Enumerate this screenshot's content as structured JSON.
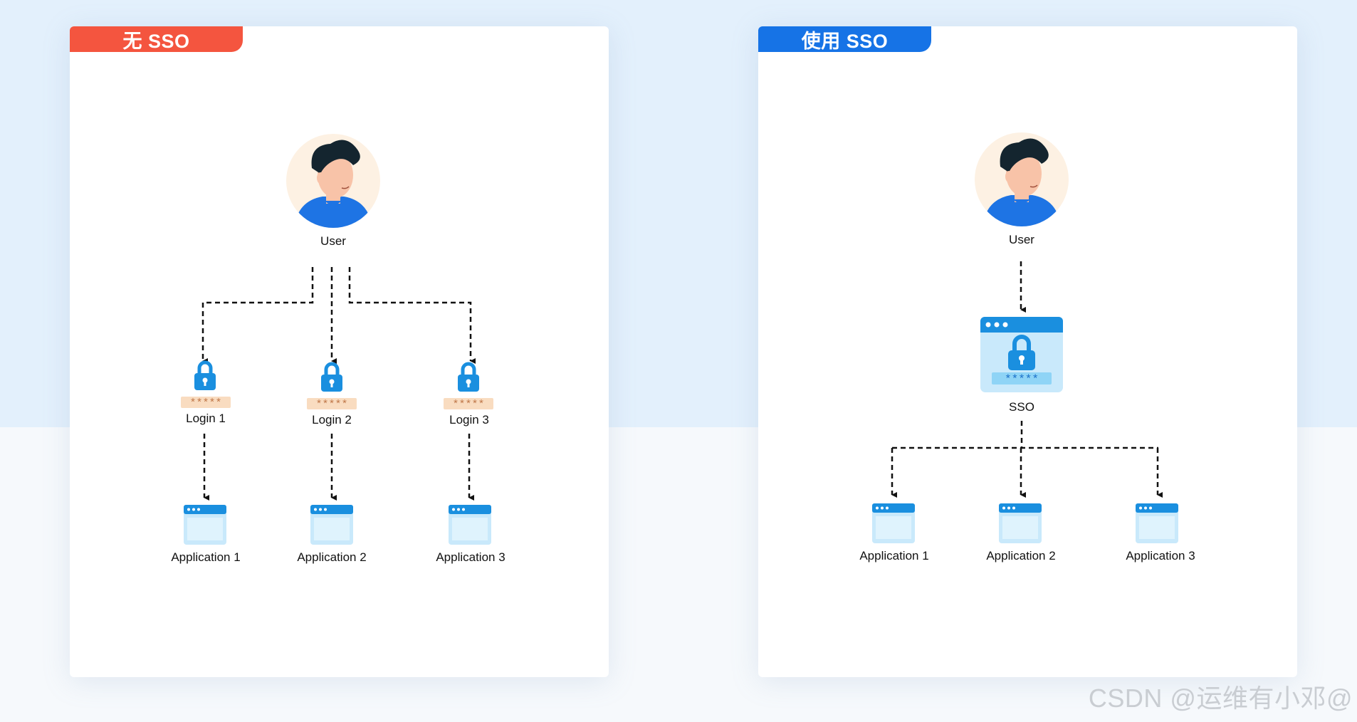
{
  "left_panel": {
    "tag": "无 SSO",
    "user_label": "User",
    "logins": [
      "Login 1",
      "Login 2",
      "Login 3"
    ],
    "password_mask": "*****",
    "apps": [
      "Application 1",
      "Application 2",
      "Application 3"
    ]
  },
  "right_panel": {
    "tag": "使用 SSO",
    "user_label": "User",
    "sso_label": "SSO",
    "password_mask": "*****",
    "apps": [
      "Application 1",
      "Application 2",
      "Application 3"
    ]
  },
  "colors": {
    "red_tag": "#f4553f",
    "blue_tag": "#1673e6",
    "lock": "#1a8fdf",
    "window_header": "#1a8fdf",
    "window_body": "#c9e9fb",
    "password_field": "#f9dcc0",
    "avatar_bg": "#fdf1e3",
    "shirt": "#1e74e4",
    "hair": "#14252f",
    "skin": "#f8c3a8"
  },
  "watermark": "CSDN @运维有小邓@"
}
